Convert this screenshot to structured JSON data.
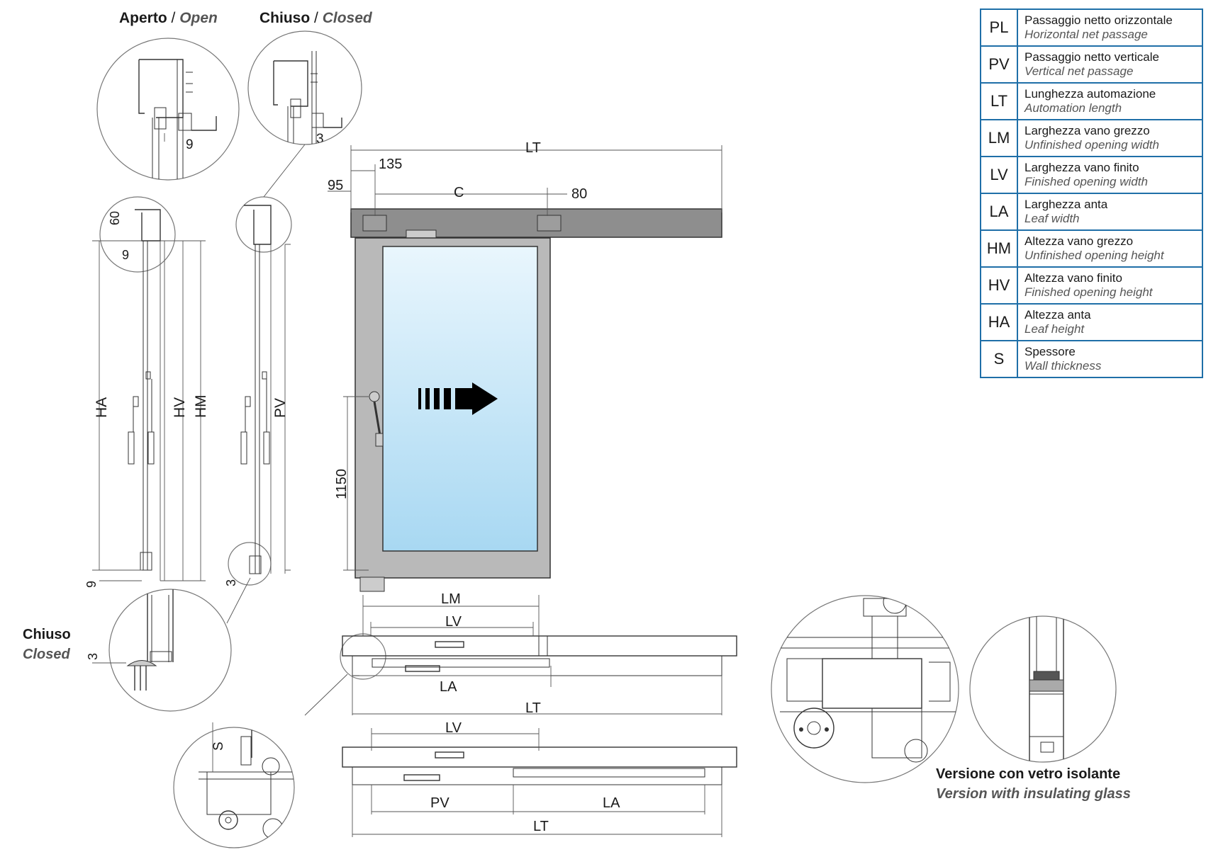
{
  "legend": [
    {
      "code": "PL",
      "it": "Passaggio netto orizzontale",
      "en": "Horizontal net passage"
    },
    {
      "code": "PV",
      "it": "Passaggio netto verticale",
      "en": "Vertical net passage"
    },
    {
      "code": "LT",
      "it": "Lunghezza automazione",
      "en": "Automation length"
    },
    {
      "code": "LM",
      "it": "Larghezza vano grezzo",
      "en": "Unfinished opening width"
    },
    {
      "code": "LV",
      "it": "Larghezza vano finito",
      "en": "Finished opening width"
    },
    {
      "code": "LA",
      "it": "Larghezza anta",
      "en": "Leaf width"
    },
    {
      "code": "HM",
      "it": "Altezza vano grezzo",
      "en": "Unfinished opening height"
    },
    {
      "code": "HV",
      "it": "Altezza vano finito",
      "en": "Finished opening height"
    },
    {
      "code": "HA",
      "it": "Altezza anta",
      "en": "Leaf height"
    },
    {
      "code": "S",
      "it": "Spessore",
      "en": "Wall thickness"
    }
  ],
  "titles": {
    "open_it": "Aperto",
    "sep": " / ",
    "open_en": "Open",
    "closed_it": "Chiuso",
    "closed_en": "Closed",
    "bottom_closed_it": "Chiuso",
    "bottom_closed_en": "Closed",
    "glass_it": "Versione con vetro isolante",
    "glass_en": "Version with insulating glass"
  },
  "dimensions": {
    "lt": "LT",
    "c": "C",
    "d135": "135",
    "d95": "95",
    "d80": "80",
    "d1150": "1150",
    "ha": "HA",
    "hv": "HV",
    "hm": "HM",
    "pv": "PV",
    "d60": "60",
    "d9a": "9",
    "d9b": "9",
    "d9c": "9",
    "d3a": "3",
    "d3b": "3",
    "d3c": "3",
    "lm": "LM",
    "lv": "LV",
    "la": "LA",
    "lt2": "LT",
    "lv2": "LV",
    "pv2": "PV",
    "la2": "LA",
    "lt3": "LT",
    "s": "S"
  },
  "colors": {
    "legend_border": "#1f6fa8",
    "glass_top": "#e9f6fd",
    "glass_bottom": "#a8d8f2",
    "frame": "#b9b9b9",
    "track": "#8e8e8e"
  }
}
